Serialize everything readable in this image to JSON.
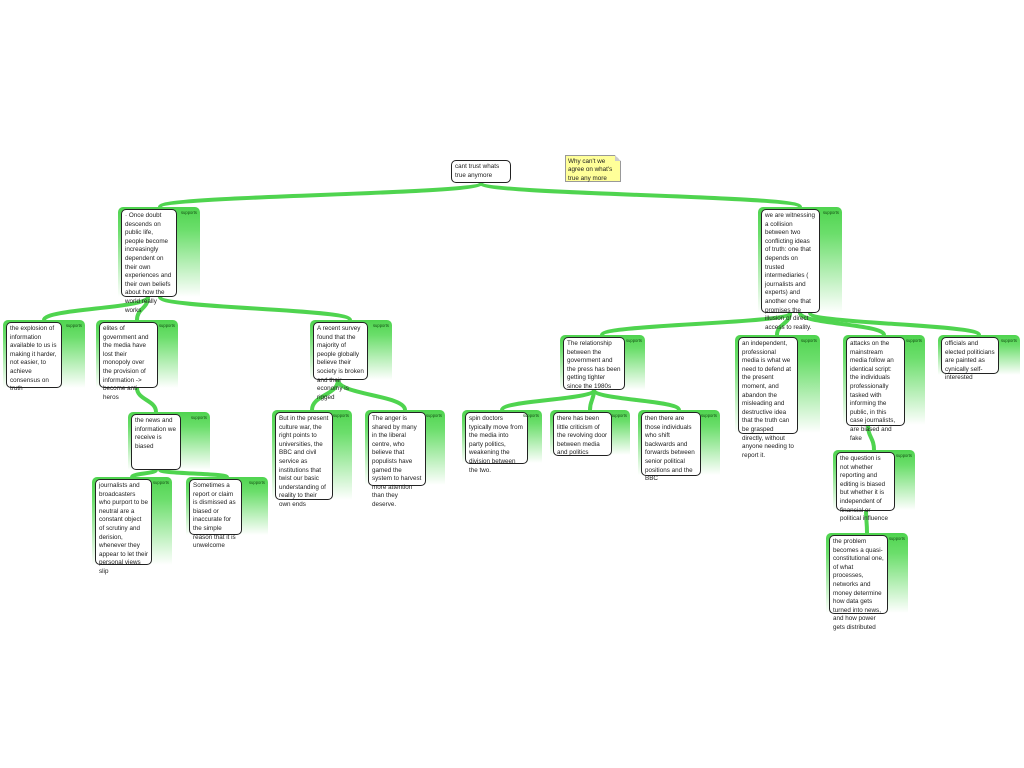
{
  "root": {
    "text": "cant trust whats true anymore"
  },
  "note": {
    "text": "Why can't we agree on what's true any more"
  },
  "link_color": "#4fd44f",
  "nodes": {
    "a": {
      "label": "supports",
      "text": "· Once doubt descends on public life, people become increasingly dependent on their own experiences and their own beliefs about how the world really works"
    },
    "b": {
      "label": "supports",
      "text": "we are witnessing a collision between two conflicting ideas of truth: one that depends on trusted intermediaries ( journalists and experts) and another one that promises the illusion of direct access to reality."
    },
    "a1": {
      "label": "supports",
      "text": "the explosion of information available to us is making it harder, not easier, to achieve consensus on truth"
    },
    "a2": {
      "label": "supports",
      "text": "elites of government and the media have lost their monopoly over the provision of information -> become anti heros"
    },
    "a3": {
      "label": "supports",
      "text": "A recent survey found that the majority of people globally believe their society is broken and their economy is rigged"
    },
    "a2a": {
      "label": "supports",
      "text": "the news and information we receive is biased"
    },
    "a2a1": {
      "label": "supports",
      "text": "journalists and broadcasters who purport to be neutral are a constant object of scrutiny and derision, whenever they appear to let their personal views slip"
    },
    "a2a2": {
      "label": "supports",
      "text": "Sometimes a report or claim is dismissed as biased or inaccurate for the simple reason that it is unwelcome"
    },
    "a3a": {
      "label": "supports",
      "text": "But in the present culture war, the right points to universities, the BBC and civil service as institutions that twist our basic understanding of reality to their own ends"
    },
    "a3b": {
      "label": "supports",
      "text": "The anger is shared by many in the liberal centre, who believe that populists have gamed the system to harvest more attention than they deserve."
    },
    "b1": {
      "label": "supports",
      "text": "The relationship between the government and the press has been getting tighter since the 1980s"
    },
    "b1a": {
      "label": "supports",
      "text": "spin doctors typically move from the media into party politics, weakening the division between the two."
    },
    "b1b": {
      "label": "supports",
      "text": "there has been little criticism of the revolving door between media and politics"
    },
    "b1c": {
      "label": "supports",
      "text": "then there are those individuals who shift backwards and forwards between senior political positions and the BBC"
    },
    "b2": {
      "label": "supports",
      "text": "an independent, professional media is what we need to defend at the present moment, and abandon the misleading and destructive idea that the truth can be grasped directly, without anyone needing to report it."
    },
    "b3": {
      "label": "supports",
      "text": "attacks on the mainstream media follow an identical script: the individuals professionally tasked with informing the public, in this case journalists, are biased and fake"
    },
    "b4": {
      "label": "supports",
      "text": "officials and elected politicians are painted as cynically self-interested"
    },
    "b3a": {
      "label": "supports",
      "text": "the question is not whether reporting and editing is biased but whether it is independent of financial or political influence"
    },
    "b3a1": {
      "label": "supports",
      "text": "the problem becomes a quasi-constitutional one, of what processes, networks and money determine how data gets turned into news, and how power gets distributed"
    }
  }
}
